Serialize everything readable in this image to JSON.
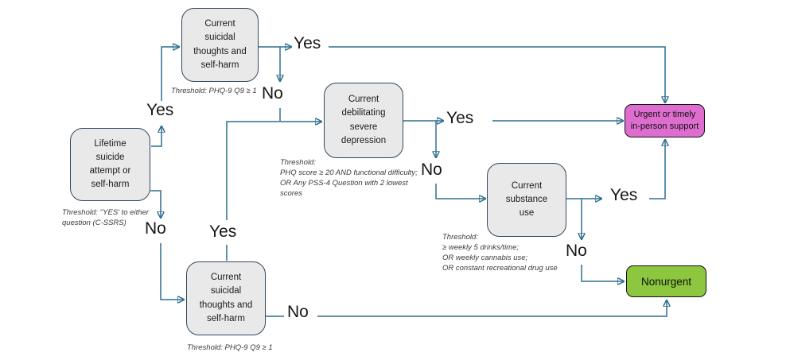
{
  "diagram": {
    "type": "flowchart",
    "nodes": {
      "lifetime": {
        "label": "Lifetime\nsuicide\nattempt or\nself-harm",
        "threshold": "Threshold: ''YES' to either\nquestion (C-SSRS)"
      },
      "top_suicidal": {
        "label": "Current\nsuicidal\nthoughts and\nself-harm",
        "threshold": "Threshold:  PHQ-9 Q9 ≥ 1"
      },
      "depression": {
        "label": "Current\ndebilitating\nsevere\ndepression",
        "threshold": "Threshold:\nPHQ score ≥ 20 AND functional difficulty;\nOR Any PSS-4 Question with 2 lowest\nscores"
      },
      "substance": {
        "label": "Current\nsubstance\nuse",
        "threshold": "Threshold:\n≥ weekly 5 drinks/time;\nOR  weekly cannabis use;\nOR  constant recreational drug use"
      },
      "bottom_suicidal": {
        "label": "Current\nsuicidal\nthoughts and\nself-harm",
        "threshold": "Threshold:  PHQ-9 Q9 ≥ 1"
      },
      "urgent": {
        "label": "Urgent or timely\nin-person support"
      },
      "nonurgent": {
        "label": "Nonurgent"
      }
    },
    "edge_labels": {
      "lifetime_yes": "Yes",
      "lifetime_no": "No",
      "top_yes": "Yes",
      "top_no": "No",
      "bottom_yes": "Yes",
      "bottom_no": "No",
      "depression_yes": "Yes",
      "depression_no": "No",
      "substance_yes": "Yes",
      "substance_no": "No"
    },
    "colors": {
      "connector": "#2F6F8F",
      "node_fill": "#E9E9E9",
      "node_border": "#33475C",
      "urgent_fill": "#DD6ECF",
      "nonurgent_fill": "#8DC63F",
      "outcome_border": "#111111"
    }
  }
}
